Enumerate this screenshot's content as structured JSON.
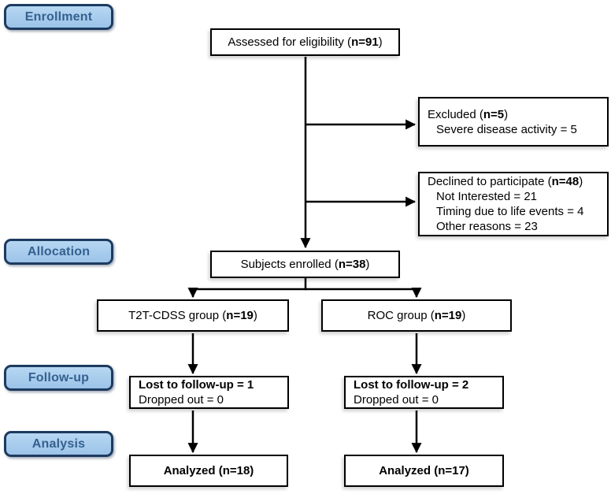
{
  "title": "CONSORT participant flow diagram",
  "colors": {
    "background": "#ffffff",
    "stage_fill_top": "#b6d7f2",
    "stage_fill_bottom": "#9cc3e8",
    "stage_border": "#1d3a5f",
    "stage_text": "#35618f",
    "box_border": "#000000",
    "box_fill": "#ffffff",
    "arrow": "#000000"
  },
  "stage_labels": {
    "enrollment": "Enrollment",
    "allocation": "Allocation",
    "followup": "Follow-up",
    "analysis": "Analysis"
  },
  "boxes": {
    "assessed": {
      "align": "center",
      "lines": [
        {
          "segments": [
            {
              "t": "Assessed for eligibility ("
            },
            {
              "t": "n=91",
              "b": true
            },
            {
              "t": ")"
            }
          ]
        }
      ]
    },
    "excluded": {
      "align": "left",
      "lines": [
        {
          "segments": [
            {
              "t": "Excluded ("
            },
            {
              "t": "n=5",
              "b": true
            },
            {
              "t": ")"
            }
          ]
        },
        {
          "indent": true,
          "segments": [
            {
              "t": "Severe disease activity = 5"
            }
          ]
        }
      ]
    },
    "declined": {
      "align": "left",
      "lines": [
        {
          "segments": [
            {
              "t": "Declined to participate ("
            },
            {
              "t": "n=48",
              "b": true
            },
            {
              "t": ")"
            }
          ]
        },
        {
          "indent": true,
          "segments": [
            {
              "t": "Not Interested = 21"
            }
          ]
        },
        {
          "indent": true,
          "segments": [
            {
              "t": "Timing due to life events = 4"
            }
          ]
        },
        {
          "indent": true,
          "segments": [
            {
              "t": "Other reasons = 23"
            }
          ]
        }
      ]
    },
    "subjects": {
      "align": "center",
      "lines": [
        {
          "segments": [
            {
              "t": "Subjects enrolled ("
            },
            {
              "t": "n=38",
              "b": true
            },
            {
              "t": ")"
            }
          ]
        }
      ]
    },
    "t2t_group": {
      "align": "center",
      "lines": [
        {
          "segments": [
            {
              "t": "T2T-CDSS group ("
            },
            {
              "t": "n=19",
              "b": true
            },
            {
              "t": ")"
            }
          ]
        }
      ]
    },
    "roc_group": {
      "align": "center",
      "lines": [
        {
          "segments": [
            {
              "t": "ROC group ("
            },
            {
              "t": "n=19",
              "b": true
            },
            {
              "t": ")"
            }
          ]
        }
      ]
    },
    "lost_t2t": {
      "align": "left",
      "lines": [
        {
          "segments": [
            {
              "t": "Lost to follow-up = 1",
              "b": true
            }
          ]
        },
        {
          "segments": [
            {
              "t": "Dropped out = 0"
            }
          ]
        }
      ]
    },
    "lost_roc": {
      "align": "left",
      "lines": [
        {
          "segments": [
            {
              "t": "Lost to follow-up = 2",
              "b": true
            }
          ]
        },
        {
          "segments": [
            {
              "t": "Dropped out = 0"
            }
          ]
        }
      ]
    },
    "analyzed_t2t": {
      "align": "center",
      "lines": [
        {
          "segments": [
            {
              "t": "Analyzed (n=18)",
              "b": true
            }
          ]
        }
      ]
    },
    "analyzed_roc": {
      "align": "center",
      "lines": [
        {
          "segments": [
            {
              "t": "Analyzed (n=17)",
              "b": true
            }
          ]
        }
      ]
    }
  }
}
